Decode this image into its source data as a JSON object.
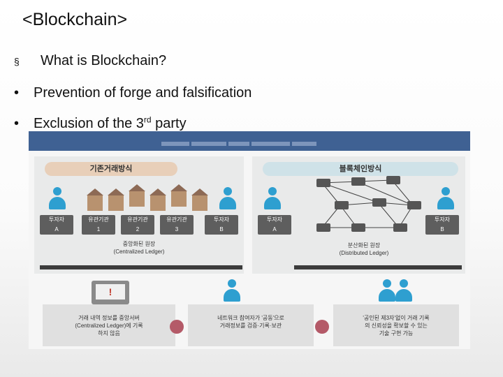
{
  "slide": {
    "title": "<Blockchain>",
    "bullets": [
      {
        "marker": "§",
        "text": "What is Blockchain?"
      },
      {
        "marker": "•",
        "text": "Prevention of forge and falsification"
      },
      {
        "marker": "•",
        "text": "Exclusion of the 3",
        "sup": "rd",
        "text_after": " party"
      }
    ]
  },
  "figure": {
    "left_panel": {
      "title": "기존거래방식",
      "investor_a": "투자자\nA",
      "institutions": [
        "유관기관\n1",
        "유관기관\n2",
        "유관기관\n3"
      ],
      "investor_b": "투자자\nB",
      "ledger_ko": "중앙화된 원장",
      "ledger_en": "(Centralized Ledger)"
    },
    "right_panel": {
      "title": "블록체인방식",
      "investor_a": "투자자\nA",
      "investor_b": "투자자\nB",
      "ledger_ko": "분산화된 원장",
      "ledger_en": "(Distributed Ledger)"
    },
    "bottom": {
      "box1": "거래 내역 정보를 중앙서버\n(Centralized Ledger)에 기록\n하지 않음",
      "box2": "네트워크 참여자가 '공동'으로\n거래정보를 검증·기록·보관",
      "box3": "'공인된 제3자'없이 거래 기록\n의 신뢰성을 확보할 수 있는\n기술 구현 가능"
    }
  },
  "colors": {
    "header_bar": "#3f6193",
    "person": "#2e9fd0",
    "chain": "#b45a68"
  }
}
